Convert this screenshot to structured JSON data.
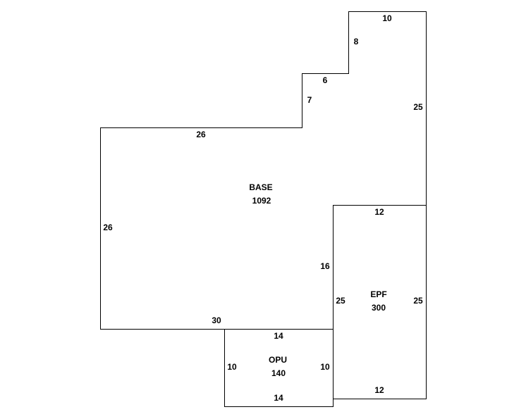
{
  "areas": {
    "base": {
      "name": "BASE",
      "area": "1092",
      "dims": {
        "top_right": "10",
        "step_right_upper": "8",
        "step_top_mid": "6",
        "step_right_lower": "7",
        "right_upper": "25",
        "top_left": "26",
        "left": "26",
        "bottom": "30",
        "right_inner": "16"
      }
    },
    "epf": {
      "name": "EPF",
      "area": "300",
      "dims": {
        "top": "12",
        "left": "25",
        "right": "25",
        "bottom": "12"
      }
    },
    "opu": {
      "name": "OPU",
      "area": "140",
      "dims": {
        "top": "14",
        "left": "10",
        "right": "10",
        "bottom": "14"
      }
    }
  }
}
